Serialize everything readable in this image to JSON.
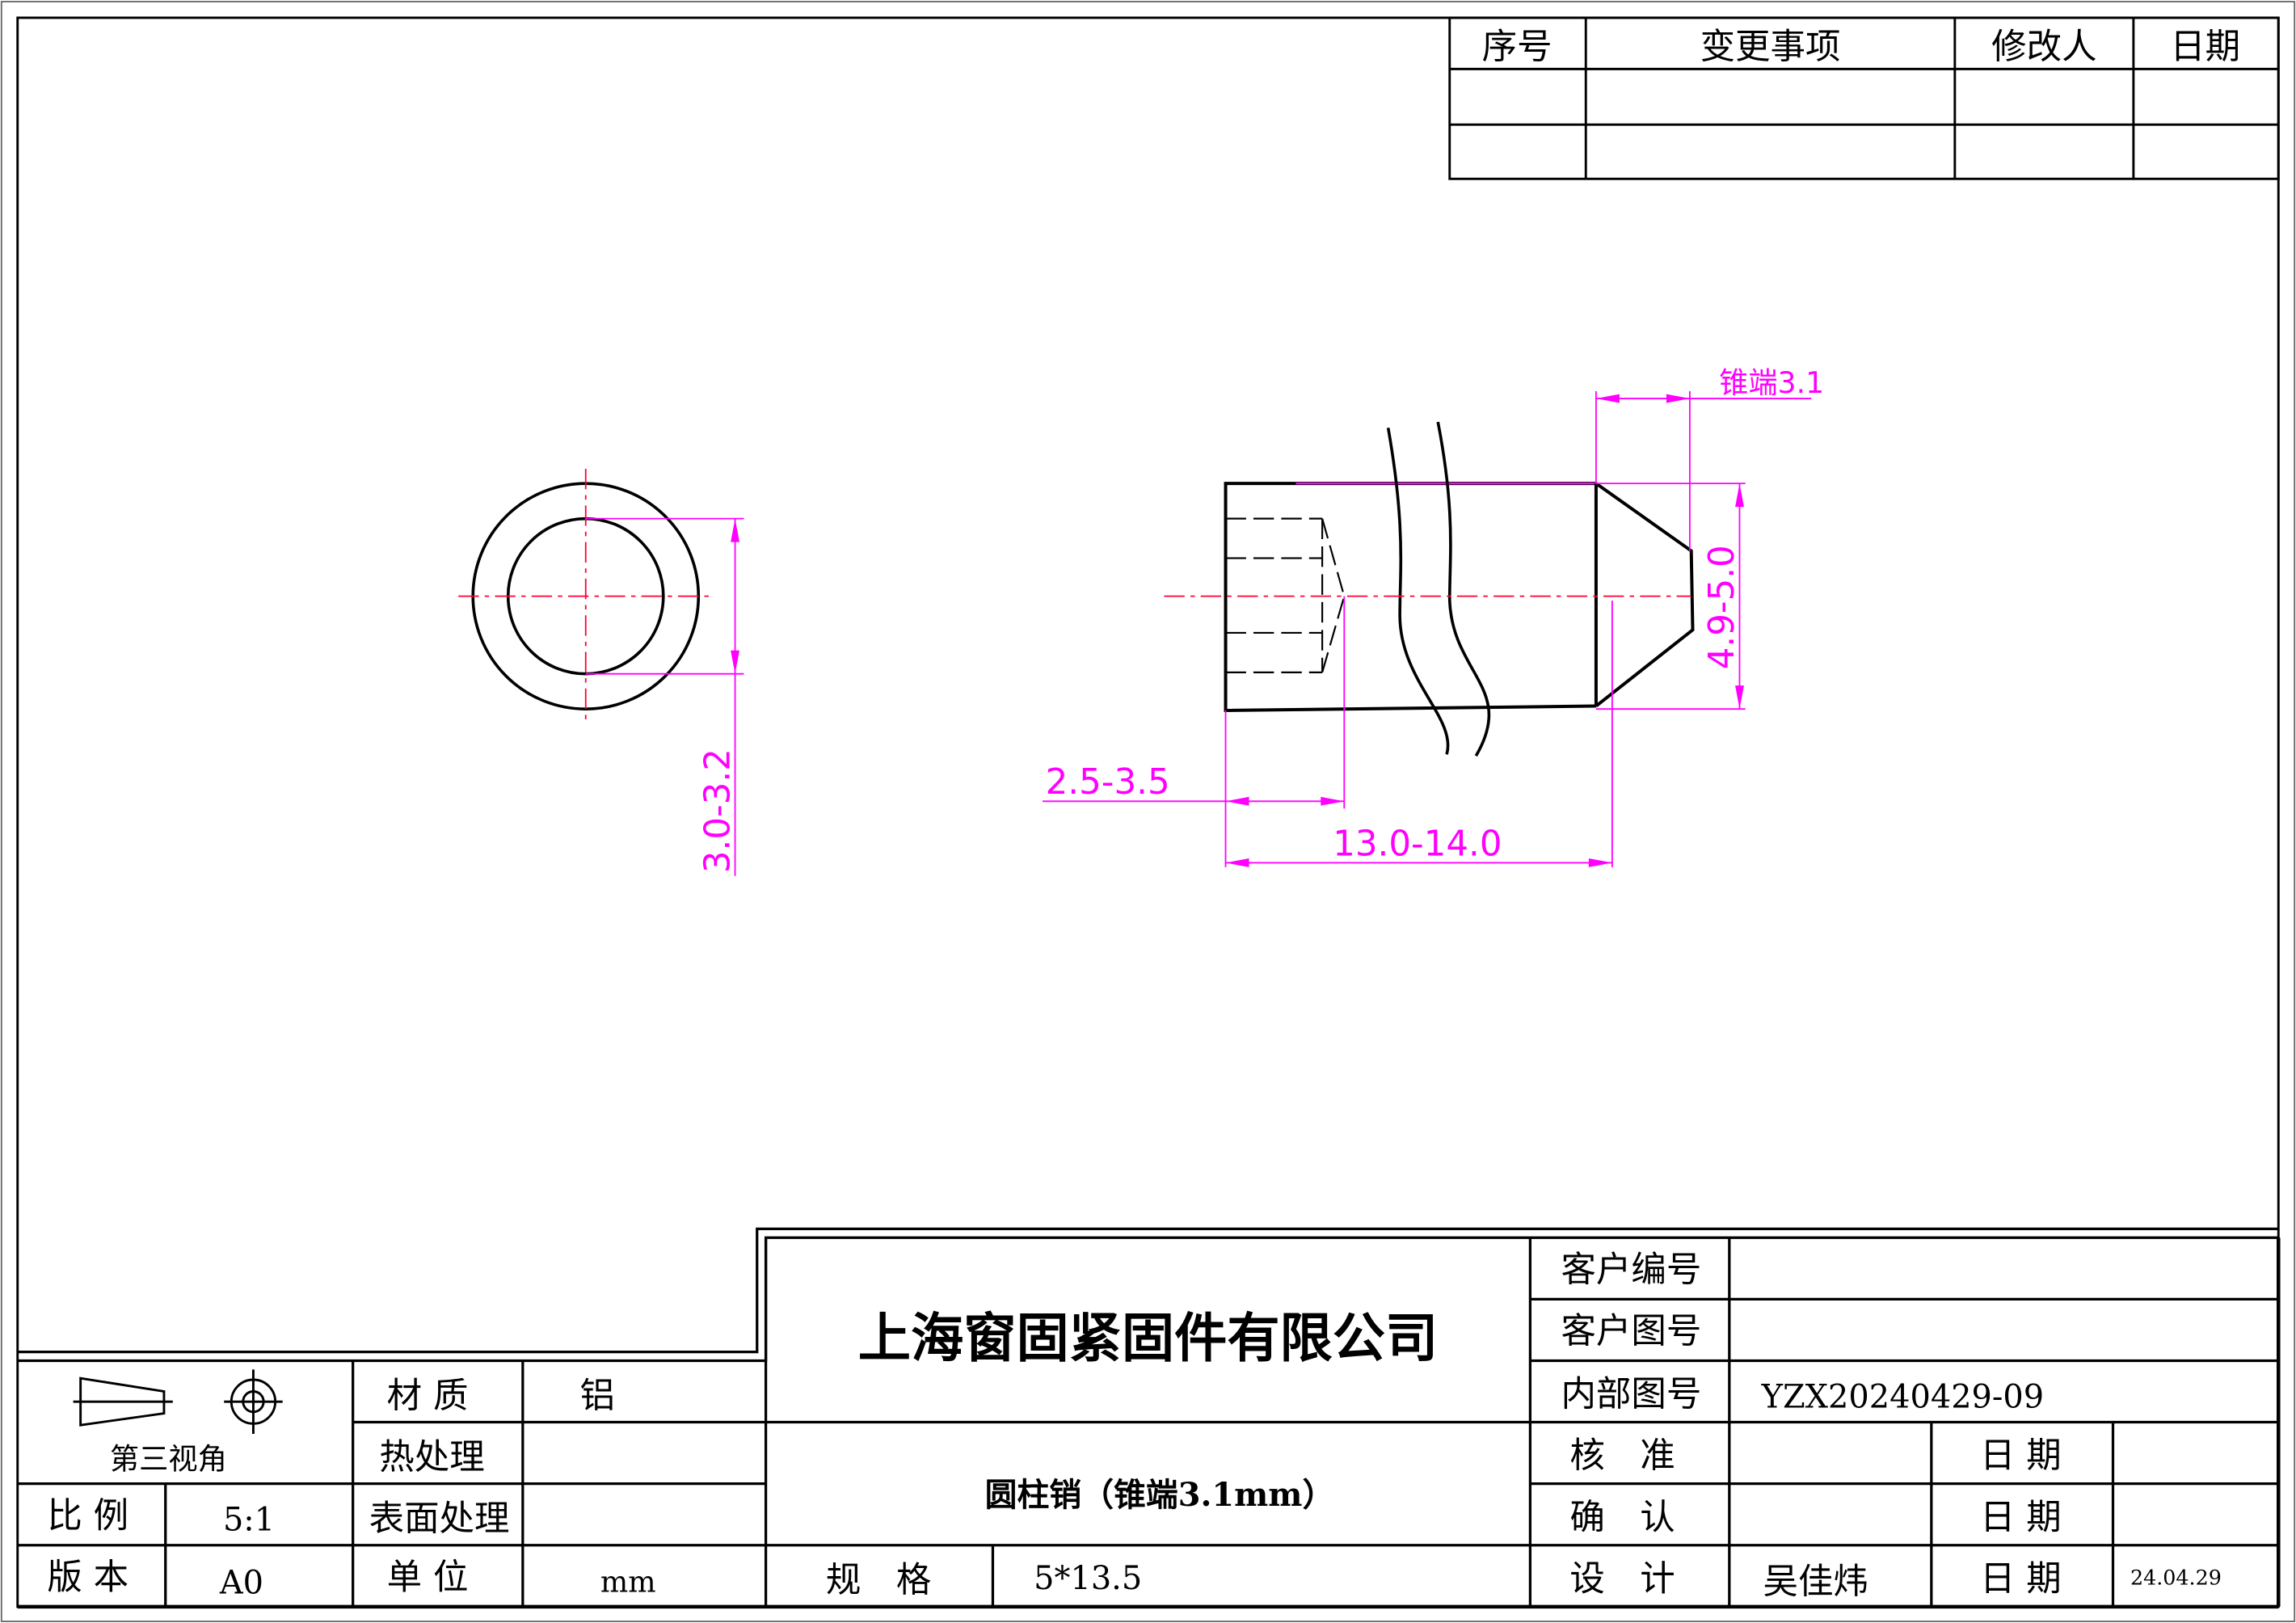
{
  "revision_table": {
    "headers": [
      "序号",
      "变更事项",
      "修改人",
      "日期"
    ]
  },
  "drawing": {
    "dimensions": {
      "bore": "3.0-3.2",
      "hole_depth": "2.5-3.5",
      "length": "13.0-14.0",
      "diameter": "4.9-5.0",
      "cone_end": "锥端3.1"
    },
    "colors": {
      "dimension": "#ff00ff",
      "centerline": "#ff0033",
      "outline": "#000000"
    }
  },
  "title_block": {
    "projection_label": "第三视角",
    "material_label": "材 质",
    "material_value": "铝",
    "heat_treatment_label": "热处理",
    "surface_treatment_label": "表面处理",
    "scale_label": "比 例",
    "scale_value": "5:1",
    "version_label": "版 本",
    "version_value": "A0",
    "unit_label": "单 位",
    "unit_value": "mm",
    "company": "上海窗固紧固件有限公司",
    "part_name": "圆柱销（锥端3.1mm）",
    "spec_label": "规　格",
    "spec_value": "5*13.5",
    "customer_no_label": "客户编号",
    "customer_drawing_label": "客户图号",
    "internal_drawing_label": "内部图号",
    "internal_drawing_value": "YZX20240429-09",
    "approve_label": "核　准",
    "confirm_label": "确　认",
    "design_label": "设　计",
    "designer": "吴佳炜",
    "date_label": "日 期",
    "design_date": "24.04.29"
  }
}
